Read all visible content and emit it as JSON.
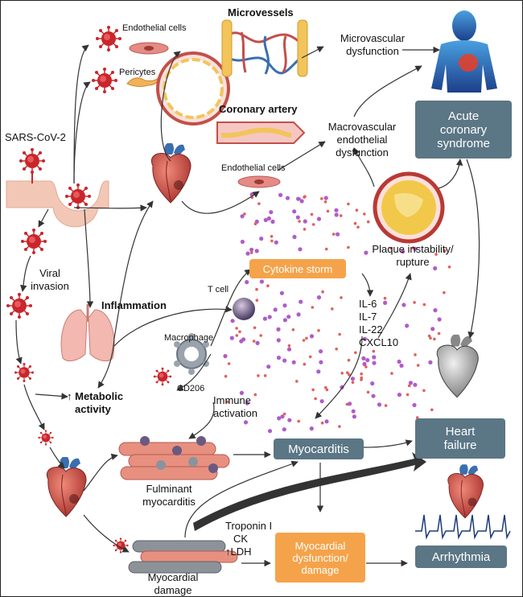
{
  "labels": {
    "sars": "SARS-CoV-2",
    "endothelial_cells_top": "Endothelial cells",
    "pericytes": "Pericytes",
    "microvessels": "Microvessels",
    "microvascular_dysfunction": "Microvascular dysfunction",
    "coronary_artery": "Coronary artery",
    "endothelial_cells_mid": "Endothelial cells",
    "macrovascular_line1": "Macrovascular",
    "macrovascular_line2": "endothelial",
    "macrovascular_line3": "dysfunction",
    "viral_invasion_line1": "Viral",
    "viral_invasion_line2": "invasion",
    "inflammation": "Inflammation",
    "t_cell": "T cell",
    "macrophage": "Macrophage",
    "cd206": "CD206",
    "metabolic_line1": "Metabolic",
    "metabolic_line2": "activity",
    "up_arrow": "↑",
    "immune_line1": "Immune",
    "immune_line2": "activation",
    "plaque_line1": "Plaque instability/",
    "plaque_line2": "rupture",
    "il6": "IL-6",
    "il7": "IL-7",
    "il22": "IL-22",
    "cxcl10": "CXCL10",
    "fulminant_line1": "Fulminant",
    "fulminant_line2": "myocarditis",
    "myocardial_damage_line1": "Myocardial",
    "myocardial_damage_line2": "damage",
    "troponin": "Troponin I",
    "ck": "CK",
    "ldh": "LDH"
  },
  "boxes": {
    "acs_line1": "Acute",
    "acs_line2": "coronary",
    "acs_line3": "syndrome",
    "cytokine_storm": "Cytokine storm",
    "heart_failure_line1": "Heart",
    "heart_failure_line2": "failure",
    "myocarditis": "Myocarditis",
    "mdd_line1": "Myocardial",
    "mdd_line2": "dysfunction/",
    "mdd_line3": "damage",
    "arrhythmia": "Arrhythmia"
  },
  "colors": {
    "slate_box": "#5b7685",
    "orange_box": "#f5a34a",
    "virus": "#c8262b",
    "heart": "#c5504a",
    "purple_dot": "#b05cc8",
    "red_dot": "#e0605a"
  },
  "icons": [
    "virus-icon",
    "heart-icon",
    "lungs-icon",
    "human-body-icon",
    "t-cell-icon",
    "macrophage-icon",
    "vessel-icon",
    "plaque-icon",
    "ecg-icon"
  ]
}
